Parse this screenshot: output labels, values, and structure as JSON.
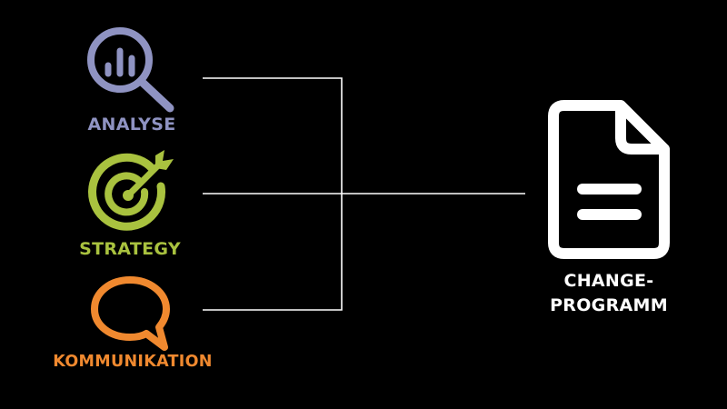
{
  "colors": {
    "background": "#000000",
    "analyse": "#8f93c2",
    "strategy": "#a9c23f",
    "kommunikation": "#f0892f",
    "output": "#ffffff",
    "connector": "#ffffff"
  },
  "nodes": {
    "analyse": {
      "label": "ANALYSE",
      "icon": "magnifier-bar-chart-icon"
    },
    "strategy": {
      "label": "STRATEGY",
      "icon": "target-arrow-icon"
    },
    "kommunikation": {
      "label": "KOMMUNIKATION",
      "icon": "speech-bubble-icon"
    }
  },
  "output": {
    "label_line1": "CHANGE-",
    "label_line2": "PROGRAMM",
    "icon": "document-icon"
  }
}
